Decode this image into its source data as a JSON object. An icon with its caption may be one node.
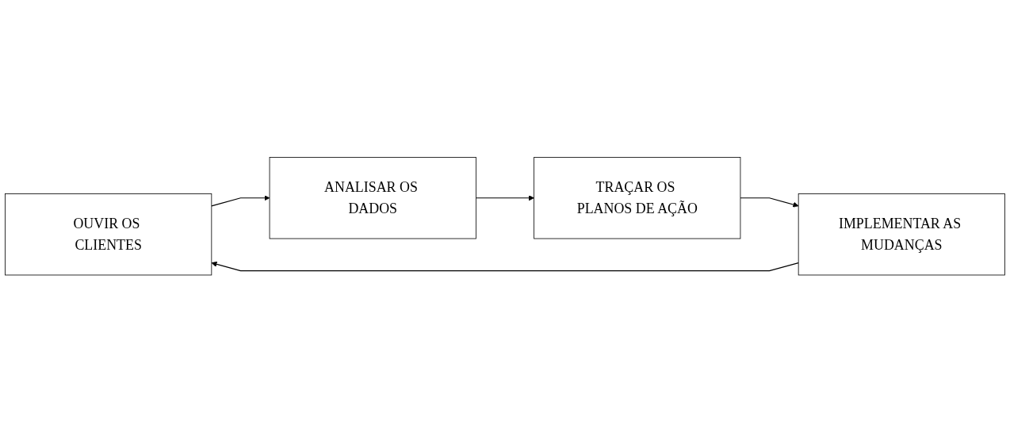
{
  "diagram": {
    "nodes": [
      {
        "text": [
          "OUVIR OS CLIENTES"
        ]
      },
      {
        "text": [
          "ANALISAR OS DADOS"
        ]
      },
      {
        "text": [
          "TRAÇAR OS PLANOS DE AÇÃO"
        ]
      },
      {
        "text": [
          "IMPLEMENTAR AS MUDANÇAS"
        ]
      }
    ],
    "edges": [
      {
        "from": 3,
        "to": 0,
        "arrow": "to"
      },
      {
        "from": 0,
        "to": 1,
        "arrow": "to"
      },
      {
        "from": 1,
        "to": 2,
        "arrow": "to"
      },
      {
        "from": 2,
        "to": 3,
        "arrow": "to"
      }
    ]
  }
}
